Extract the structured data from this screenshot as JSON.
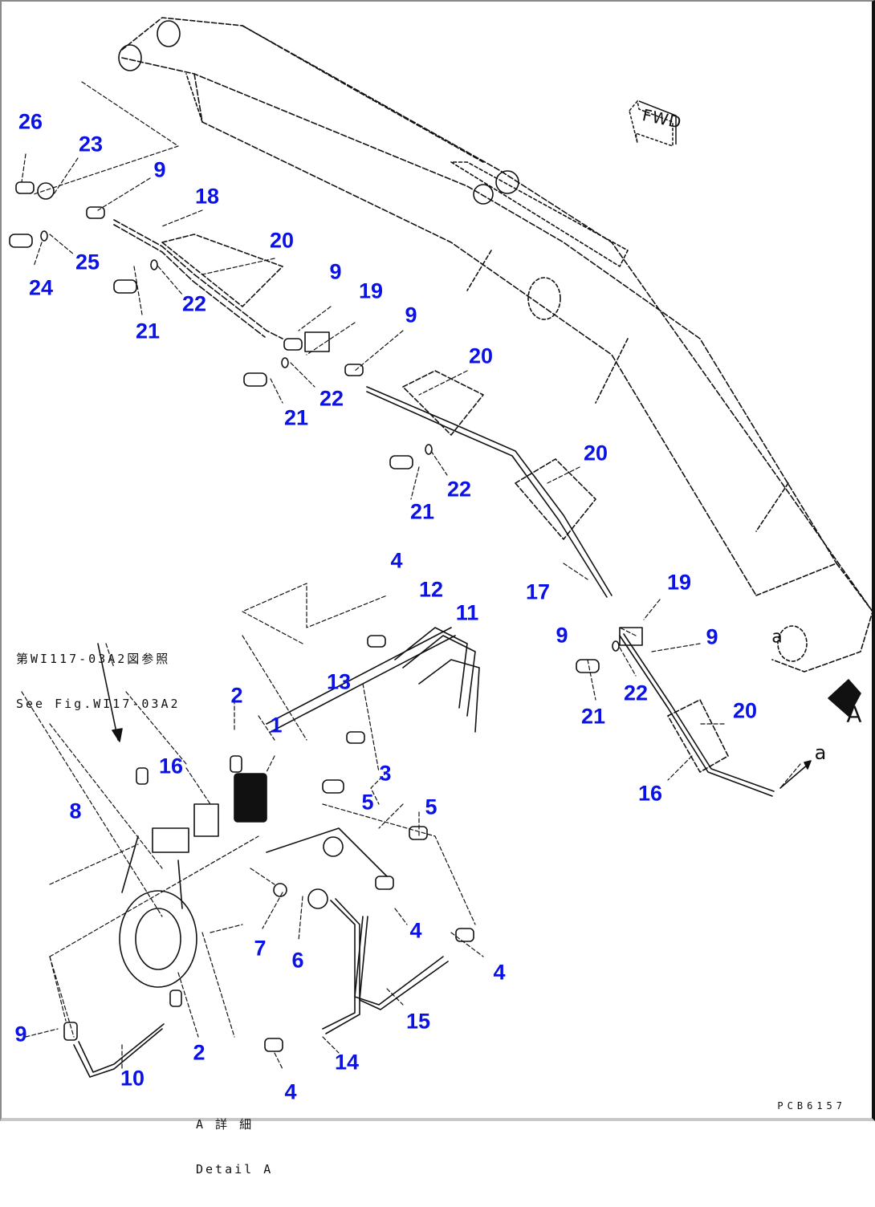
{
  "diagram": {
    "title": "Boom piping parts diagram",
    "accent_color": "#0a12e6",
    "line_color": "#111111",
    "direction_marker": "FWD",
    "reference_note": {
      "line1": "第WI117-03A2図参照",
      "line2": "See Fig.WI17-03A2"
    },
    "detail_caption": {
      "line1": "A 詳 細",
      "line2": "Detail A"
    },
    "view_letter_A": "A",
    "view_letter_a1": "a",
    "view_letter_a2": "a",
    "drawing_number": "PCB6157",
    "callouts": [
      {
        "id": "c26",
        "text": "26"
      },
      {
        "id": "c23",
        "text": "23"
      },
      {
        "id": "c9a",
        "text": "9"
      },
      {
        "id": "c18",
        "text": "18"
      },
      {
        "id": "c20a",
        "text": "20"
      },
      {
        "id": "c25",
        "text": "25"
      },
      {
        "id": "c24",
        "text": "24"
      },
      {
        "id": "c22a",
        "text": "22"
      },
      {
        "id": "c21a",
        "text": "21"
      },
      {
        "id": "c9b",
        "text": "9"
      },
      {
        "id": "c19a",
        "text": "19"
      },
      {
        "id": "c9c",
        "text": "9"
      },
      {
        "id": "c21b",
        "text": "21"
      },
      {
        "id": "c22b",
        "text": "22"
      },
      {
        "id": "c20b",
        "text": "20"
      },
      {
        "id": "c22c",
        "text": "22"
      },
      {
        "id": "c21c",
        "text": "21"
      },
      {
        "id": "c20c",
        "text": "20"
      },
      {
        "id": "c4a",
        "text": "4"
      },
      {
        "id": "c12",
        "text": "12"
      },
      {
        "id": "c11",
        "text": "11"
      },
      {
        "id": "c17",
        "text": "17"
      },
      {
        "id": "c19b",
        "text": "19"
      },
      {
        "id": "c9d",
        "text": "9"
      },
      {
        "id": "c9e",
        "text": "9"
      },
      {
        "id": "c22d",
        "text": "22"
      },
      {
        "id": "c21d",
        "text": "21"
      },
      {
        "id": "c20d",
        "text": "20"
      },
      {
        "id": "c16a",
        "text": "16"
      },
      {
        "id": "c13",
        "text": "13"
      },
      {
        "id": "c2a",
        "text": "2"
      },
      {
        "id": "c1",
        "text": "1"
      },
      {
        "id": "c3",
        "text": "3"
      },
      {
        "id": "c16b",
        "text": "16"
      },
      {
        "id": "c8",
        "text": "8"
      },
      {
        "id": "c5a",
        "text": "5"
      },
      {
        "id": "c5b",
        "text": "5"
      },
      {
        "id": "c4b",
        "text": "4"
      },
      {
        "id": "c7",
        "text": "7"
      },
      {
        "id": "c6",
        "text": "6"
      },
      {
        "id": "c4c",
        "text": "4"
      },
      {
        "id": "c15",
        "text": "15"
      },
      {
        "id": "c9f",
        "text": "9"
      },
      {
        "id": "c2b",
        "text": "2"
      },
      {
        "id": "c14",
        "text": "14"
      },
      {
        "id": "c10",
        "text": "10"
      },
      {
        "id": "c4d",
        "text": "4"
      }
    ]
  }
}
